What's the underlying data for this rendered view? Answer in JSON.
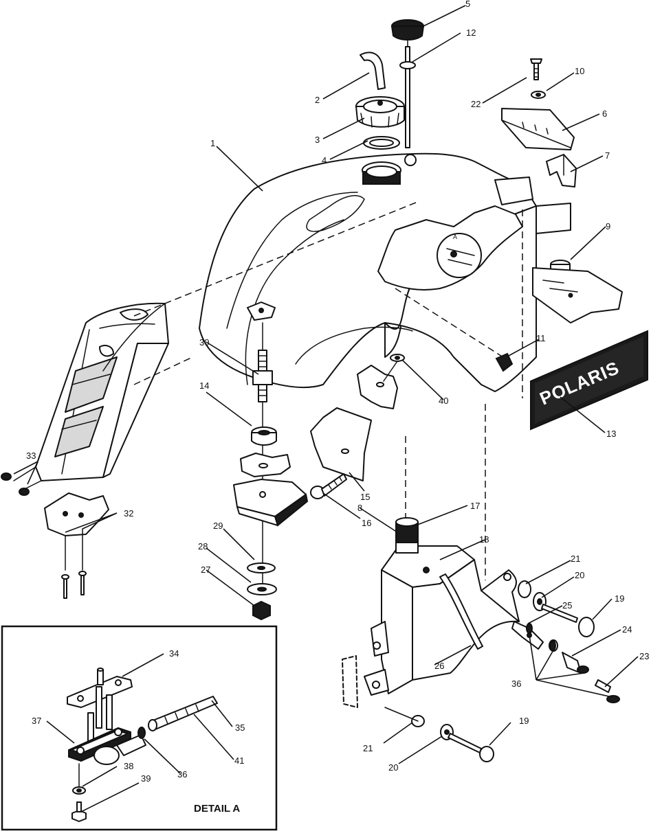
{
  "diagram": {
    "detail_title": "DETAIL A",
    "detail_marker": "A",
    "decal_text": "POLARIS",
    "callouts": [
      "1",
      "2",
      "3",
      "4",
      "5",
      "6",
      "7",
      "8",
      "9",
      "10",
      "11",
      "12",
      "13",
      "14",
      "15",
      "16",
      "17",
      "18",
      "19",
      "19",
      "20",
      "20",
      "21",
      "21",
      "22",
      "23",
      "24",
      "25",
      "26",
      "27",
      "28",
      "29",
      "30",
      "32",
      "33",
      "34",
      "35",
      "36",
      "36",
      "37",
      "38",
      "39",
      "40",
      "41"
    ]
  }
}
